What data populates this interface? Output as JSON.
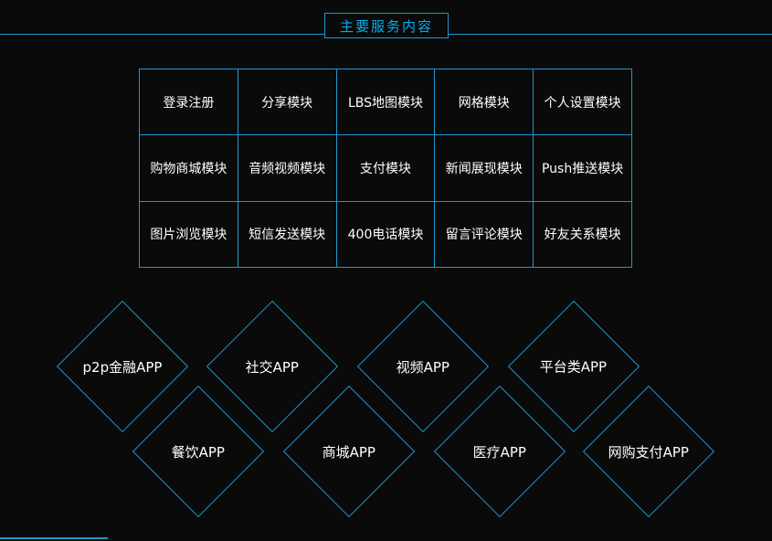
{
  "title": "主要服务内容",
  "colors": {
    "accent": "#1f97cf",
    "title_text": "#00aeef",
    "cell_text": "#ffffff",
    "background": "#0a0a0a"
  },
  "table": {
    "rows": [
      [
        "登录注册",
        "分享模块",
        "LBS地图模块",
        "网格模块",
        "个人设置模块"
      ],
      [
        "购物商城模块",
        "音频视频模块",
        "支付模块",
        "新闻展现模块",
        "Push推送模块"
      ],
      [
        "图片浏览模块",
        "短信发送模块",
        "400电话模块",
        "留言评论模块",
        "好友关系模块"
      ]
    ]
  },
  "diamonds": {
    "top_row": [
      "p2p金融APP",
      "社交APP",
      "视频APP",
      "平台类APP"
    ],
    "bottom_row": [
      "餐饮APP",
      "商城APP",
      "医疗APP",
      "网购支付APP"
    ]
  }
}
